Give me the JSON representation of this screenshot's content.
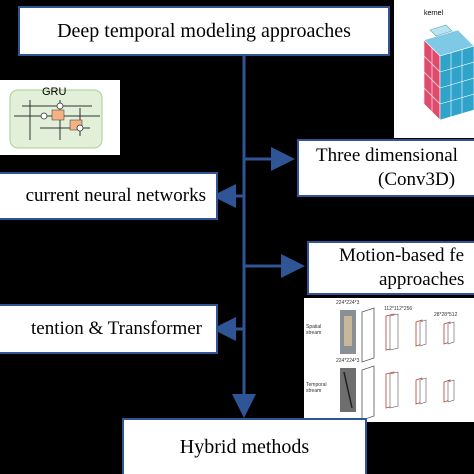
{
  "title_box": {
    "label": "Deep temporal modeling approaches"
  },
  "left": {
    "rnn": "current neural networks",
    "attention": "tention & Transformer"
  },
  "right": {
    "conv3d_line1": "Three dimensional",
    "conv3d_line2": "(Conv3D)",
    "motion_line1": "Motion-based fe",
    "motion_line2": "approaches"
  },
  "bottom_box": {
    "label": "Hybrid methods"
  },
  "gru_thumb": {
    "title": "GRU"
  },
  "cube_thumb": {
    "label": "kernel"
  },
  "stream_thumb": {
    "spatial_label": "Spatial stream",
    "temporal_label": "Temporal stream",
    "size_a": "224*224*3",
    "size_b": "224*224*3",
    "size_c": "112*112*256",
    "size_d": "28*28*512"
  },
  "colors": {
    "arrow": "#2f5597",
    "border": "#2f5597",
    "background": "#000000"
  }
}
